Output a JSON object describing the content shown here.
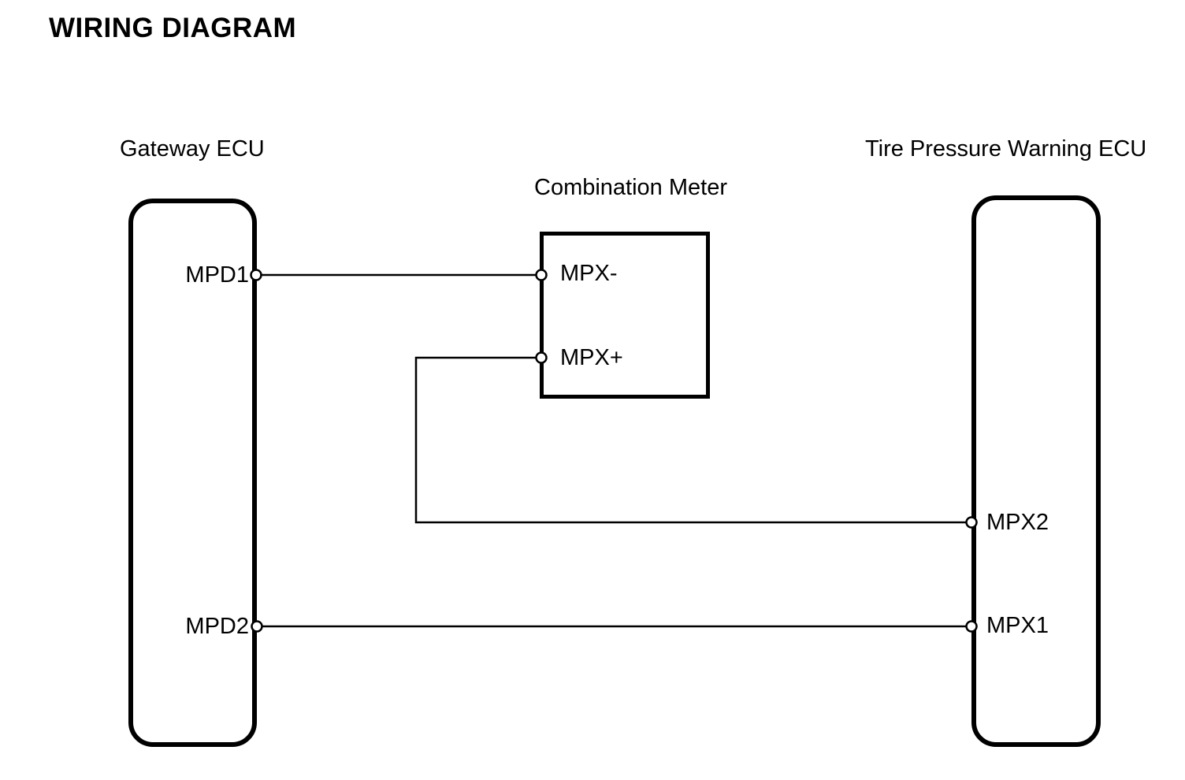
{
  "title": "WIRING DIAGRAM",
  "diagram": {
    "background_color": "#ffffff",
    "line_color": "#000000",
    "components": {
      "gateway_ecu": {
        "label": "Gateway ECU",
        "shape": "rounded-rect",
        "pins": {
          "mpd1": "MPD1",
          "mpd2": "MPD2"
        }
      },
      "combination_meter": {
        "label": "Combination Meter",
        "shape": "rect",
        "pins": {
          "mpx_minus": "MPX-",
          "mpx_plus": "MPX+"
        }
      },
      "tire_pressure_warning_ecu": {
        "label": "Tire Pressure Warning ECU",
        "shape": "rounded-rect",
        "pins": {
          "mpx2": "MPX2",
          "mpx1": "MPX1"
        }
      }
    },
    "wires": [
      {
        "from": "Gateway ECU / MPD1",
        "to": "Combination Meter / MPX-"
      },
      {
        "from": "Combination Meter / MPX+",
        "to": "Tire Pressure Warning ECU / MPX2"
      },
      {
        "from": "Gateway ECU / MPD2",
        "to": "Tire Pressure Warning ECU / MPX1"
      }
    ]
  }
}
